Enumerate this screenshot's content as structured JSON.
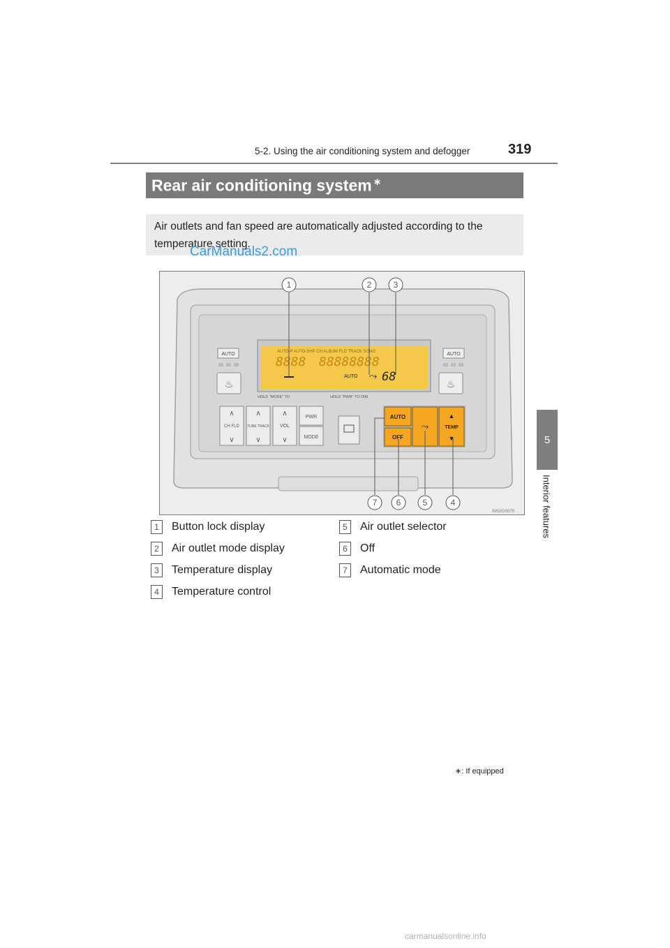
{
  "header": {
    "section": "5-2. Using the air conditioning system and defogger",
    "page_number": "319"
  },
  "side_tab": {
    "chapter_number": "5",
    "chapter_label": "Interior features"
  },
  "title": {
    "text": "Rear air conditioning system",
    "marker": "∗"
  },
  "intro": "Air outlets and fan speed are automatically adjusted according to the temperature setting.",
  "watermark": "CarManuals2.com",
  "figure": {
    "code": "INS2GS070",
    "callouts": [
      "1",
      "2",
      "3",
      "7",
      "6",
      "5",
      "4"
    ],
    "panel": {
      "top_labels": [
        "AUTO",
        "AUTO"
      ],
      "display": {
        "segments_top": "AUTO-P AUTO-SHP CH ALBUM FLD TRACK SONG",
        "segments_left": "8888",
        "segments_right": "88888888",
        "auto_label": "AUTO",
        "temperature": "68",
        "hint_left": "HOLD \"MODE\" TO",
        "hint_right": "HOLD \"PWR\" TO DIM"
      },
      "audio_buttons": [
        "CH FLD",
        "TUNE TRACK",
        "VOL",
        "PWR",
        "MODE"
      ],
      "climate_buttons": {
        "auto": "AUTO",
        "off": "OFF",
        "temp": "TEMP"
      }
    }
  },
  "legend": {
    "left": [
      {
        "num": "1",
        "label": "Button lock display"
      },
      {
        "num": "2",
        "label": "Air outlet mode display"
      },
      {
        "num": "3",
        "label": "Temperature display"
      },
      {
        "num": "4",
        "label": "Temperature control"
      }
    ],
    "right": [
      {
        "num": "5",
        "label": "Air outlet selector"
      },
      {
        "num": "6",
        "label": "Off"
      },
      {
        "num": "7",
        "label": "Automatic mode"
      }
    ]
  },
  "footnote": {
    "marker": "∗",
    "text": ": If equipped"
  },
  "bottom_watermark": "carmanualsonline.info",
  "colors": {
    "title_bar": "#7a7a7a",
    "side_tab": "#7f7f7f",
    "lcd": "#f4c84a",
    "button_orange": "#f5a623",
    "watermark_blue": "#3b9bd5"
  }
}
